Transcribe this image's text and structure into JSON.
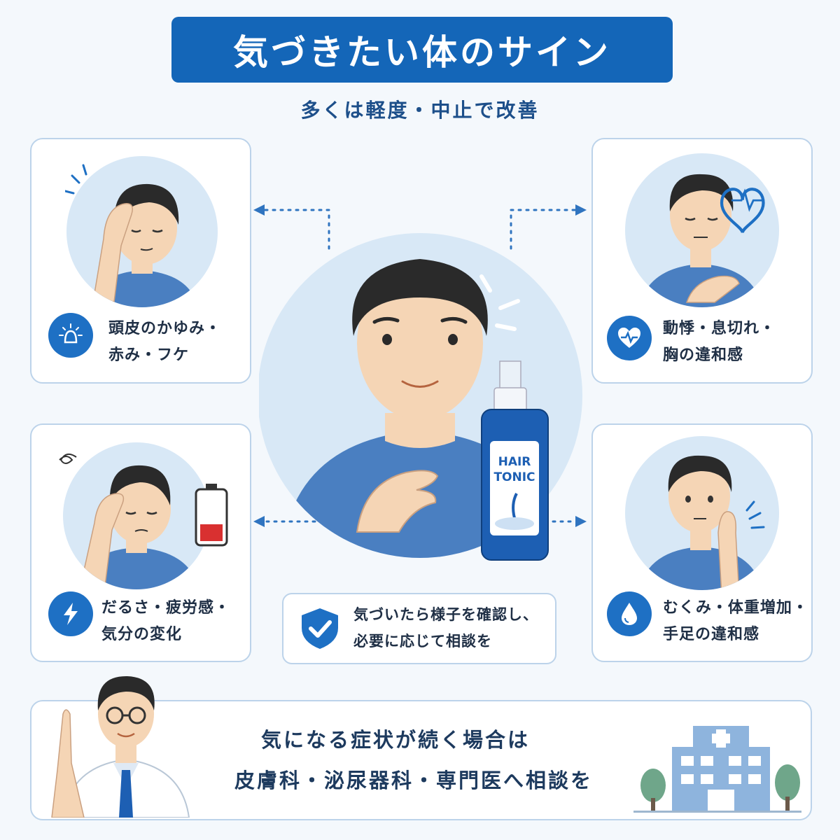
{
  "header": {
    "title": "気づきたい体のサイン",
    "subtitle": "多くは軽度・中止で改善"
  },
  "cards": {
    "scalp": {
      "line1": "頭皮のかゆみ・",
      "line2": "赤み・フケ",
      "icon": "scalp-itch-icon"
    },
    "heart": {
      "line1": "動悸・息切れ・",
      "line2": "胸の違和感",
      "icon": "heart-pulse-icon"
    },
    "fatigue": {
      "line1": "だるさ・疲労感・",
      "line2": "気分の変化",
      "icon": "lightning-icon"
    },
    "swelling": {
      "line1": "むくみ・体重増加・",
      "line2": "手足の違和感",
      "icon": "water-drop-icon"
    }
  },
  "bottle": {
    "line1": "HAIR",
    "line2": "TONIC"
  },
  "center_note": {
    "line1": "気づいたら様子を確認し、",
    "line2": "必要に応じて相談を",
    "icon": "shield-check-icon"
  },
  "bottom": {
    "line1": "気になる症状が続く場合は",
    "line2": "皮膚科・泌尿器科・専門医へ相談を"
  },
  "colors": {
    "primary": "#1466b8",
    "card_border": "#bcd3ea",
    "shirt": "#4a7fc1",
    "hair": "#2a2a2a",
    "skin": "#f5d5b5",
    "battery_low": "#d93030"
  }
}
